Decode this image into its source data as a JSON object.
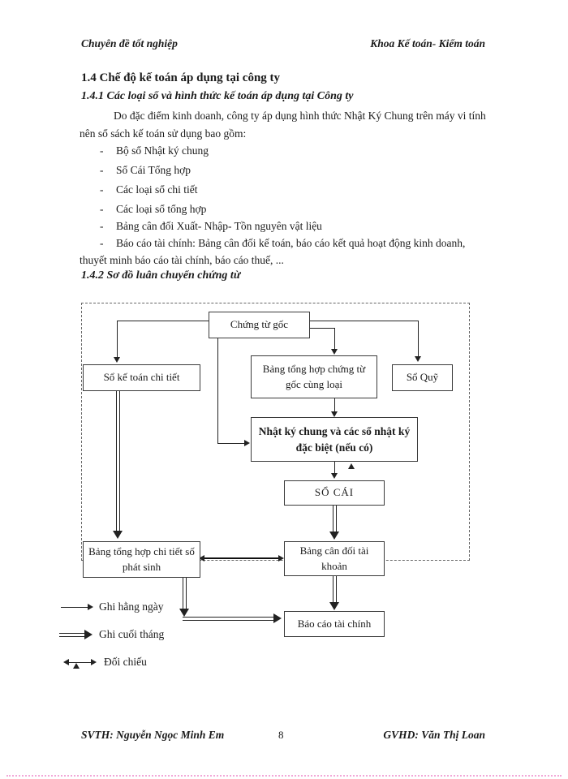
{
  "header": {
    "left": "Chuyên đề tốt nghiệp",
    "right": "Khoa Kế toán- Kiểm toán"
  },
  "content": {
    "heading_1_4": "1.4 Chế độ kế toán áp dụng tại công ty",
    "heading_1_4_1": "1.4.1 Các loại sổ và hình thức kế toán áp dụng tại Công ty",
    "intro_line_1": "Do đặc điểm kinh doanh, công ty áp dụng hình thức Nhật Ký Chung trên máy vi tính",
    "intro_line_2": "nên sổ sách kế toán sử dụng bao gồm:",
    "bullet_marker": "-",
    "bullets": [
      "Bộ sổ Nhật ký chung",
      "Sổ Cái Tổng hợp",
      "Các loại sổ chi tiết",
      "Các loại sổ tổng hợp",
      "Bảng cân đối Xuất- Nhập- Tồn nguyên vật liệu",
      "Báo cáo tài chính: Bảng cân đối kế toán, báo cáo kết quả hoạt động kinh doanh,"
    ],
    "bullet_continuation": "thuyết minh báo cáo tài chính, báo cáo thuế, ...",
    "heading_1_4_2": "1.4.2 Sơ đồ luân chuyển chứng từ"
  },
  "diagram": {
    "boxes": {
      "chung_tu_goc": "Chứng từ gốc",
      "so_ke_toan_chi_tiet": "Sổ kế toán chi tiết",
      "bang_tong_hop_chung_tu": "Bảng tổng hợp chứng từ gốc cùng loại",
      "so_quy": "Sổ Quỹ",
      "nhat_ky_chung": "Nhật ký chung và các sổ nhật ký đặc biệt (nếu có)",
      "so_cai": "SỔ CÁI",
      "bang_tong_hop_chi_tiet": "Bảng tổng hợp chi tiết số phát sinh",
      "bang_can_doi_tai_khoan": "Bảng cân đối tài khoản",
      "bao_cao_tai_chinh": "Báo cáo tài chính"
    },
    "legend": {
      "daily": "Ghi hằng ngày",
      "monthly": "Ghi cuối tháng",
      "reconcile": "Đối chiếu"
    }
  },
  "footer": {
    "left": "SVTH: Nguyễn Ngọc Minh Em",
    "page_number": "8",
    "right": "GVHD: Văn Thị Loan"
  }
}
